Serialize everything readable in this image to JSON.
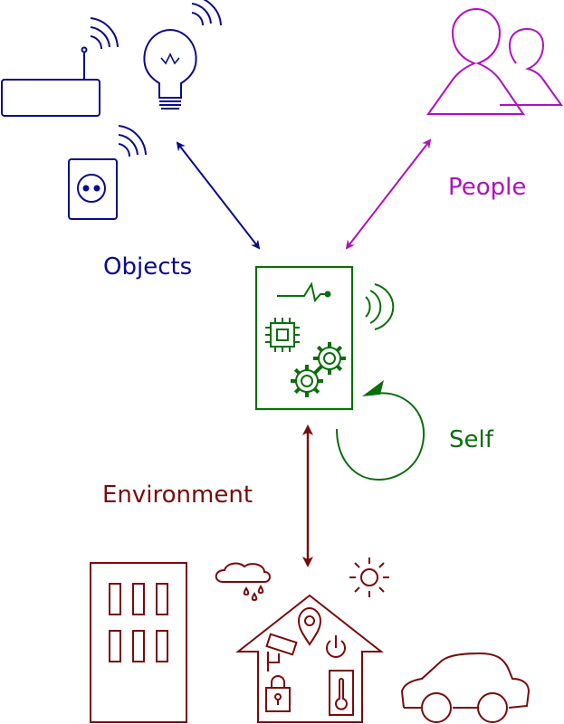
{
  "labels": {
    "objects": "Objects",
    "people": "People",
    "self": "Self",
    "environment": "Environment"
  },
  "colors": {
    "objects": "#0a0a8c",
    "people": "#b010c0",
    "self": "#0a6e0a",
    "environment": "#7a0a0a"
  },
  "icons": {
    "objects": [
      "router-icon",
      "light-bulb-icon",
      "power-socket-icon"
    ],
    "people": [
      "people-icon"
    ],
    "self": [
      "smart-device-icon",
      "wireless-signal-icon",
      "chip-icon",
      "gear-icon"
    ],
    "environment": [
      "building-icon",
      "rain-cloud-icon",
      "sun-icon",
      "house-icon",
      "location-pin-icon",
      "security-camera-icon",
      "power-icon",
      "padlock-icon",
      "thermometer-icon",
      "car-icon"
    ]
  }
}
